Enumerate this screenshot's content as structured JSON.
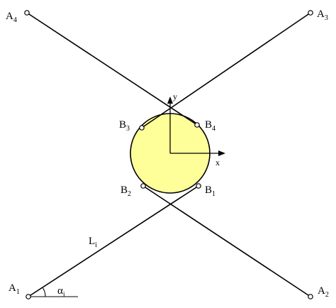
{
  "figure": {
    "points": {
      "A1": {
        "letter": "A",
        "index": "1"
      },
      "A2": {
        "letter": "A",
        "index": "2"
      },
      "A3": {
        "letter": "A",
        "index": "3"
      },
      "A4": {
        "letter": "A",
        "index": "4"
      },
      "B1": {
        "letter": "B",
        "index": "1"
      },
      "B2": {
        "letter": "B",
        "index": "2"
      },
      "B3": {
        "letter": "B",
        "index": "3"
      },
      "B4": {
        "letter": "B",
        "index": "4"
      }
    },
    "leg_label": {
      "letter": "L",
      "index": "i"
    },
    "angle_label": {
      "letter": "α",
      "index": "i"
    },
    "axis_x_label": "x",
    "axis_y_label": "y",
    "colors": {
      "platform_fill": "#ffff99",
      "stroke": "#000000"
    }
  }
}
